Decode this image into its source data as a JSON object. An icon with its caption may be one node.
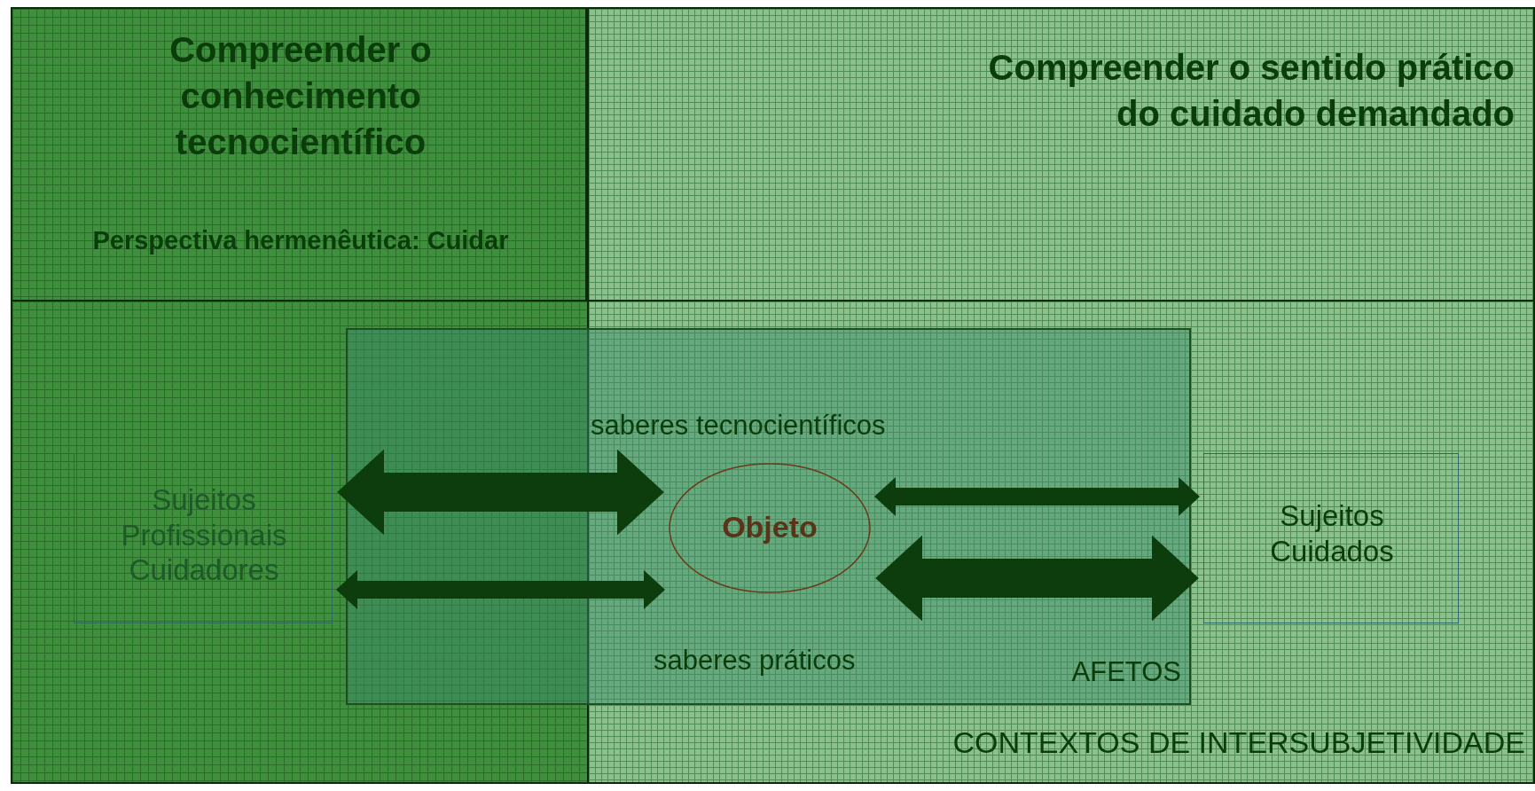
{
  "diagram": {
    "nodes": [
      {
        "text": [
          "Compreender o conhecimento tecnocientífico",
          "Perspectiva hermenêutica: Cuidar"
        ]
      },
      {
        "text": [
          "Compreender o sentido prático do cuidado demandado"
        ]
      },
      {
        "text": [
          "saberes tecnocientíficos",
          "saberes práticos",
          "AFETOS"
        ]
      },
      {
        "text": [
          "Sujeitos Profissionais Cuidadores"
        ]
      },
      {
        "text": [
          "Objeto"
        ],
        "in": 2
      },
      {
        "text": [
          "Sujeitos Cuidados"
        ]
      }
    ],
    "edges": [
      {
        "from": 3,
        "to": 4,
        "arrow": "both",
        "style": "thick"
      },
      {
        "from": 3,
        "to": 4,
        "arrow": "both"
      },
      {
        "from": 4,
        "to": 5,
        "arrow": "both"
      },
      {
        "from": 4,
        "to": 5,
        "arrow": "both",
        "style": "thick"
      }
    ],
    "labels": [
      "CONTEXTOS DE INTERSUBJETIVIDADE"
    ]
  }
}
